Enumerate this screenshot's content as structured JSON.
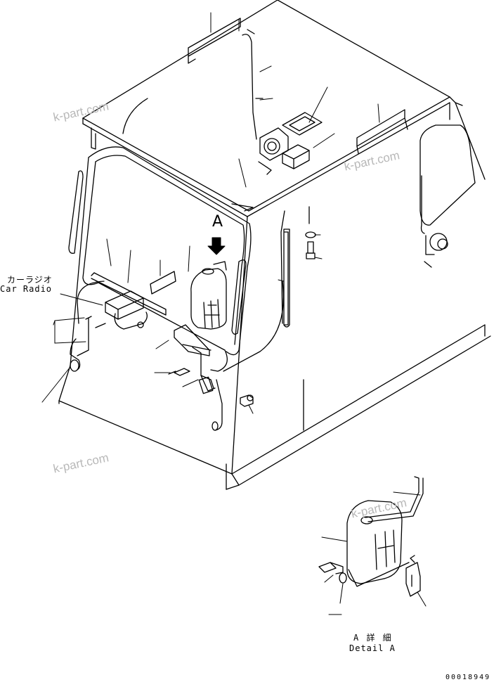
{
  "labels": {
    "car_radio_jp": "カーラジオ",
    "car_radio_en": "Car Radio",
    "view_letter": "A",
    "detail_jp": "A 詳 細",
    "detail_en": "Detail A",
    "part_number": "00018949"
  },
  "watermark": "k-part.com",
  "colors": {
    "line": "#000000",
    "watermark": "#b8b8b8",
    "background": "#ffffff"
  }
}
